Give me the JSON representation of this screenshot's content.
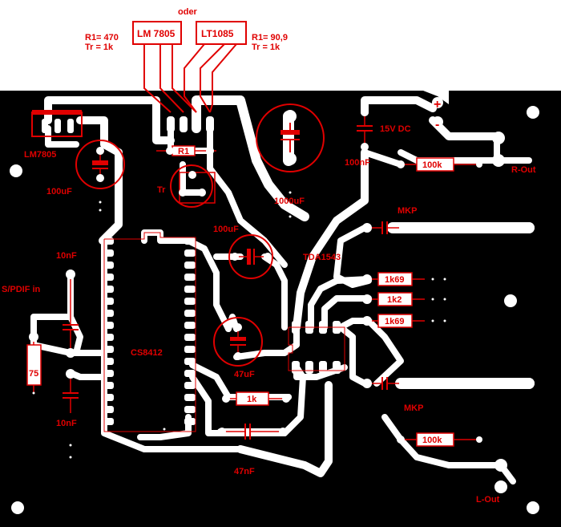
{
  "labels": {
    "oder": "oder",
    "lm7805_top": "LM 7805",
    "lt1085": "LT1085",
    "r1_left_line1": "R1= 470",
    "r1_left_line2": "Tr = 1k",
    "r1_right_line1": "R1= 90,9",
    "r1_right_line2": "Tr = 1k",
    "lm7805_left": "LM7805",
    "c_100uf_left": "100uF",
    "r1_small": "R1",
    "tr": "Tr",
    "c_1000uf": "1000uF",
    "supply": "15V DC",
    "c_100nf_top": "100nF",
    "r_100k_top": "100k",
    "r_out": "R-Out",
    "mkp_top": "MKP",
    "c_100uf_mid": "100uF",
    "tda": "TDA1543",
    "c_10nf_top": "10nF",
    "spdif": "S/PDIF in",
    "r_1k69_a": "1k69",
    "r_1k2": "1k2",
    "r_1k69_b": "1k69",
    "cs8412": "CS8412",
    "c_47uf": "47uF",
    "r_75": "75",
    "r_1k": "1k",
    "c_10nf_bottom": "10nF",
    "mkp_bottom": "MKP",
    "r_100k_bottom": "100k",
    "c_47nf": "47nF",
    "l_out": "L-Out",
    "plus": "+",
    "minus": "-"
  },
  "colors": {
    "board": "#000000",
    "copper": "#ffffff",
    "component": "#e00000"
  }
}
